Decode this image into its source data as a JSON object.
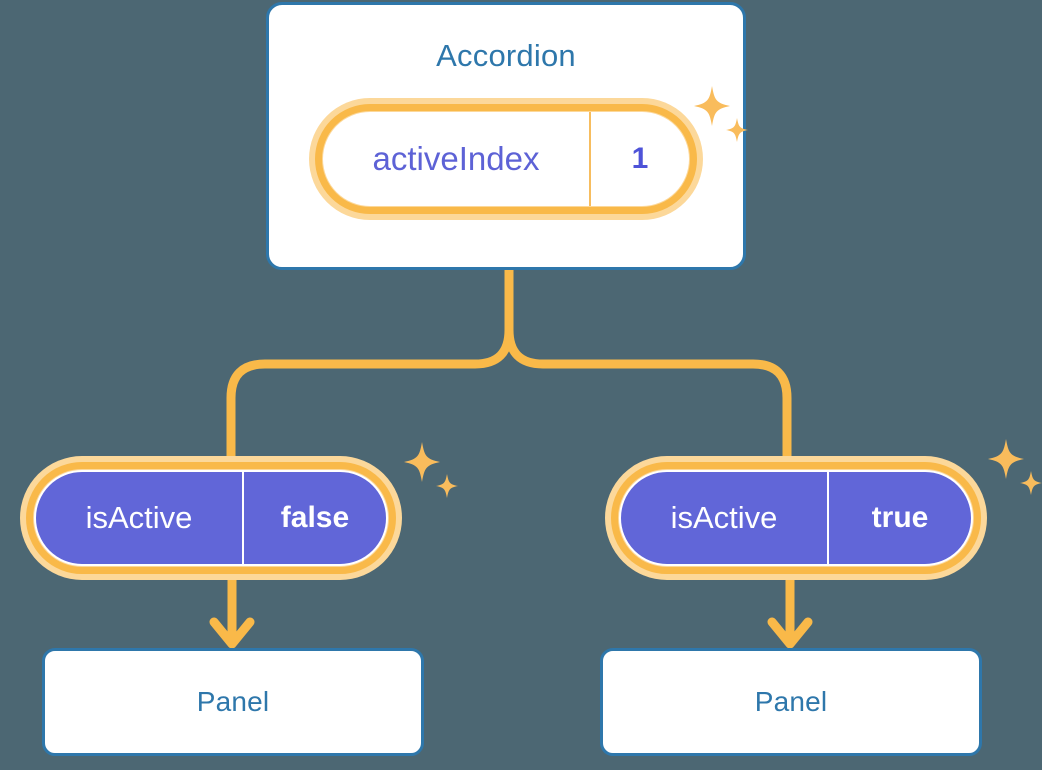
{
  "background_color": "#4c6773",
  "palette": {
    "card_border": "#2e77ab",
    "card_title": "#2e77ab",
    "card_fill": "#ffffff",
    "pill_ring": "#f9b949",
    "pill_halo": "#fcd89a",
    "pill_state_fill": "#6166d8",
    "state_text": "#ffffff",
    "prop_key_text": "#5d62d6",
    "prop_value_text": "#4e53d8",
    "connector": "#f9b949",
    "sparkle": "#f9bc5c"
  },
  "diagram": {
    "type": "component-state-tree",
    "root": {
      "title": "Accordion",
      "state": {
        "key": "activeIndex",
        "value": "1"
      }
    },
    "children": [
      {
        "state": {
          "key": "isActive",
          "value": "false"
        },
        "child": {
          "title": "Panel"
        }
      },
      {
        "state": {
          "key": "isActive",
          "value": "true"
        },
        "child": {
          "title": "Panel"
        }
      }
    ]
  },
  "icons": {
    "sparkle_large": "sparkle-four-point-large",
    "sparkle_small": "sparkle-four-point-small",
    "arrow": "arrow-down-icon",
    "branch": "branch-connector-icon"
  }
}
